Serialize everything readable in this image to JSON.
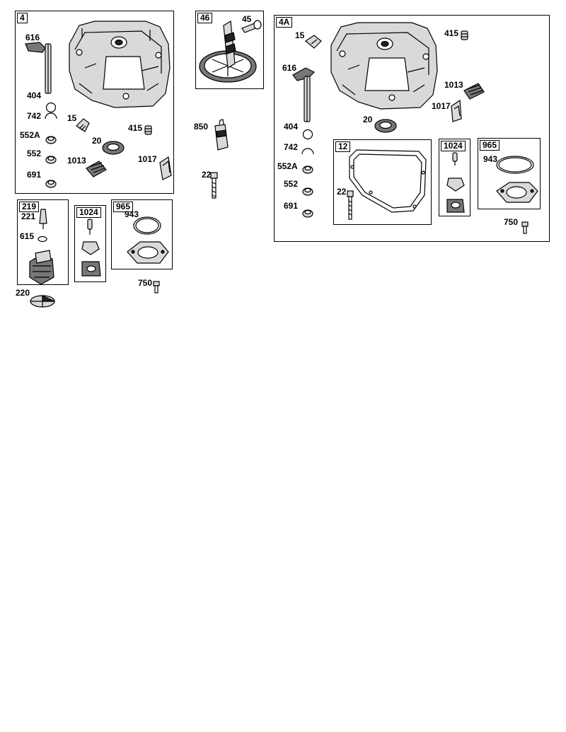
{
  "groups": {
    "g4": "4",
    "g46": "46",
    "g4a": "4A",
    "g219": "219",
    "g1024a": "1024",
    "g965a": "965",
    "g12": "12",
    "g1024b": "1024",
    "g965b": "965"
  },
  "parts": {
    "p616a": "616",
    "p404a": "404",
    "p742a": "742",
    "p15a": "15",
    "p415a": "415",
    "p552Aa": "552A",
    "p20a": "20",
    "p552a": "552",
    "p1013a": "1013",
    "p1017a": "1017",
    "p691a": "691",
    "p45": "45",
    "p850": "850",
    "p22a": "22",
    "p221": "221",
    "p615": "615",
    "p220": "220",
    "p943a": "943",
    "p750a": "750",
    "p15b": "15",
    "p415b": "415",
    "p616b": "616",
    "p1013b": "1013",
    "p1017b": "1017",
    "p20b": "20",
    "p404b": "404",
    "p742b": "742",
    "p552Ab": "552A",
    "p552b": "552",
    "p691b": "691",
    "p22b": "22",
    "p943b": "943",
    "p750b": "750"
  }
}
